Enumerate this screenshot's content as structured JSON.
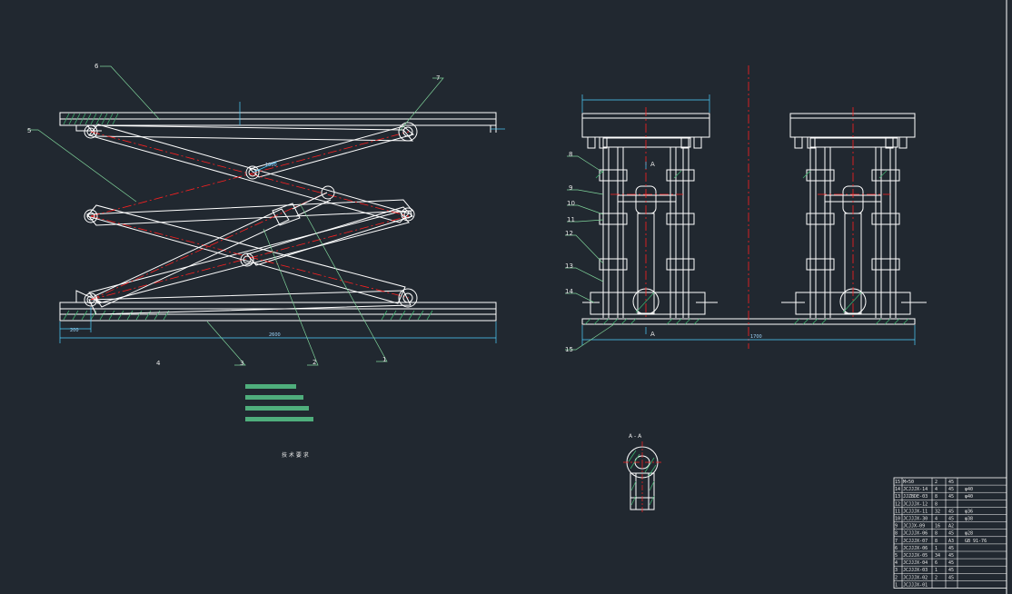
{
  "colors": {
    "background": "#212830",
    "outline": "#ffffff",
    "centerline": "#ff2020",
    "dimension": "#4ed0ff",
    "leader": "#7fd39a",
    "hatch": "#3fb070",
    "note_bar": "#4fae7c"
  },
  "side_view": {
    "part_labels": [
      "1",
      "2",
      "3",
      "4",
      "5",
      "6",
      "7"
    ],
    "dimensions": {
      "overall_length": "2600",
      "left_offset": "200",
      "diagonal": "1000"
    }
  },
  "front_view": {
    "part_labels": [
      "8",
      "9",
      "10",
      "11",
      "12",
      "13",
      "14",
      "15"
    ],
    "dimensions": {
      "overall_width": "1700"
    },
    "section_mark": "A"
  },
  "section_view": {
    "title": "A - A"
  },
  "notes": {
    "title": "技 术 要 求"
  },
  "bom": {
    "rows": [
      {
        "no": "15",
        "code": "M×50",
        "qty": "2",
        "material": "45",
        "note": ""
      },
      {
        "no": "14",
        "code": "JCJJJX-14",
        "qty": "4",
        "material": "45",
        "note": "φ40"
      },
      {
        "no": "13",
        "code": "JJZBDE-03",
        "qty": "8",
        "material": "45",
        "note": "φ40"
      },
      {
        "no": "12",
        "code": "JCJJJX-12",
        "qty": "8",
        "material": "",
        "note": ""
      },
      {
        "no": "11",
        "code": "JCJJJX-11",
        "qty": "32",
        "material": "45",
        "note": "φ36"
      },
      {
        "no": "10",
        "code": "JCJJJX-30",
        "qty": "4",
        "material": "45",
        "note": "φ38"
      },
      {
        "no": "9",
        "code": "JCJJX-09",
        "qty": "16",
        "material": "A2",
        "note": ""
      },
      {
        "no": "8",
        "code": "JCJJJX-06",
        "qty": "8",
        "material": "45",
        "note": "φ28"
      },
      {
        "no": "7",
        "code": "JCJJJX-07",
        "qty": "8",
        "material": "A3",
        "note": "GB 91-76"
      },
      {
        "no": "6",
        "code": "JCJJJX-06",
        "qty": "1",
        "material": "45",
        "note": ""
      },
      {
        "no": "5",
        "code": "JCJJJX-05",
        "qty": "34",
        "material": "45",
        "note": ""
      },
      {
        "no": "4",
        "code": "JCJJJX-04",
        "qty": "6",
        "material": "45",
        "note": ""
      },
      {
        "no": "3",
        "code": "JCJJJX-03",
        "qty": "1",
        "material": "45",
        "note": ""
      },
      {
        "no": "2",
        "code": "JCJJJX-02",
        "qty": "2",
        "material": "45",
        "note": ""
      },
      {
        "no": "1",
        "code": "JCJJJX-01",
        "qty": "",
        "material": "",
        "note": ""
      }
    ]
  }
}
